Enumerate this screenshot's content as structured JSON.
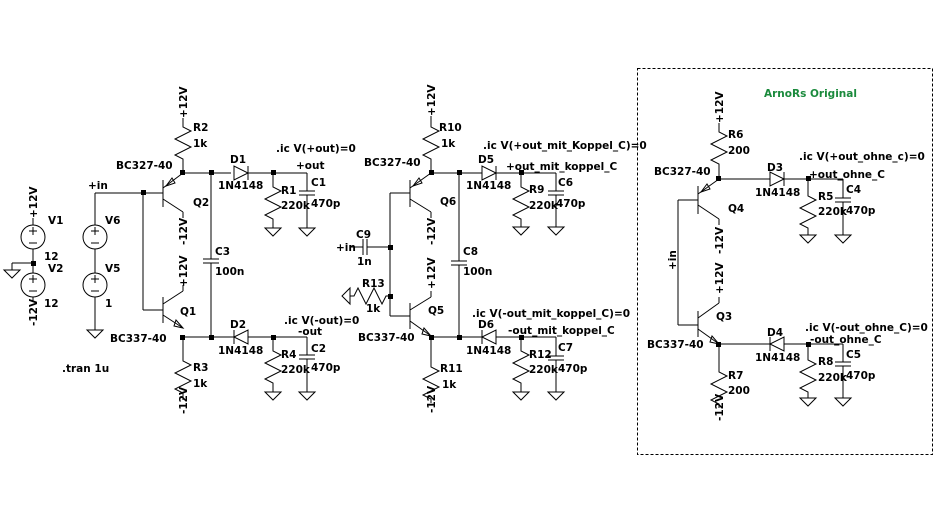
{
  "directives": {
    "tran": ".tran 1u",
    "ic_out_pos": ".ic V(+out)=0",
    "ic_out_neg": ".ic V(-out)=0",
    "ic_koppel_pos": ".ic V(+out_mit_Koppel_C)=0",
    "ic_koppel_neg": ".ic V(-out_mit_koppel_C)=0",
    "ic_ohne_pos": ".ic V(+out_ohne_c)=0",
    "ic_ohne_neg": ".ic V(-out_ohne_C)=0"
  },
  "box_title": "ArnoRs Original",
  "colors": {
    "box_title": "#1a8a3c",
    "wire": "#000000"
  },
  "nets": {
    "in": "+in",
    "vpos": "+12V",
    "vneg": "-12V",
    "out_pos": "+out",
    "out_neg": "-out",
    "koppel_pos": "+out_mit_koppel_C",
    "koppel_neg": "-out_mit_koppel_C",
    "ohne_pos": "+out_ohne_C",
    "ohne_neg": "-out_ohne_C"
  },
  "sources": {
    "V1": {
      "name": "V1",
      "value": ""
    },
    "V2": {
      "name": "V2",
      "value": "12"
    },
    "V1val": "12",
    "V6": {
      "name": "V6",
      "value": ""
    },
    "V5": {
      "name": "V5",
      "value": "1"
    }
  },
  "transistors": {
    "Q1": {
      "name": "Q1",
      "model": "BC337-40"
    },
    "Q2": {
      "name": "Q2",
      "model": "BC327-40"
    },
    "Q3": {
      "name": "Q3",
      "model": "BC337-40"
    },
    "Q4": {
      "name": "Q4",
      "model": "BC327-40"
    },
    "Q5": {
      "name": "Q5",
      "model": "BC337-40"
    },
    "Q6": {
      "name": "Q6",
      "model": "BC327-40"
    }
  },
  "resistors": {
    "R1": {
      "name": "R1",
      "value": "220k"
    },
    "R2": {
      "name": "R2",
      "value": "1k"
    },
    "R3": {
      "name": "R3",
      "value": "1k"
    },
    "R4": {
      "name": "R4",
      "value": "220k"
    },
    "R5": {
      "name": "R5",
      "value": "220k"
    },
    "R6": {
      "name": "R6",
      "value": "200"
    },
    "R7": {
      "name": "R7",
      "value": "200"
    },
    "R8": {
      "name": "R8",
      "value": "220k"
    },
    "R9": {
      "name": "R9",
      "value": "220k"
    },
    "R10": {
      "name": "R10",
      "value": "1k"
    },
    "R11": {
      "name": "R11",
      "value": "1k"
    },
    "R12": {
      "name": "R12",
      "value": "220k"
    },
    "R13": {
      "name": "R13",
      "value": "1k"
    }
  },
  "capacitors": {
    "C1": {
      "name": "C1",
      "value": "470p"
    },
    "C2": {
      "name": "C2",
      "value": "470p"
    },
    "C3": {
      "name": "C3",
      "value": "100n"
    },
    "C4": {
      "name": "C4",
      "value": "470p"
    },
    "C5": {
      "name": "C5",
      "value": "470p"
    },
    "C6": {
      "name": "C6",
      "value": "470p"
    },
    "C7": {
      "name": "C7",
      "value": "470p"
    },
    "C8": {
      "name": "C8",
      "value": "100n"
    },
    "C9": {
      "name": "C9",
      "value": "1n"
    }
  },
  "diodes": {
    "D1": {
      "name": "D1",
      "model": "1N4148"
    },
    "D2": {
      "name": "D2",
      "model": "1N4148"
    },
    "D3": {
      "name": "D3",
      "model": "1N4148"
    },
    "D4": {
      "name": "D4",
      "model": "1N4148"
    },
    "D5": {
      "name": "D5",
      "model": "1N4148"
    },
    "D6": {
      "name": "D6",
      "model": "1N4148"
    }
  }
}
